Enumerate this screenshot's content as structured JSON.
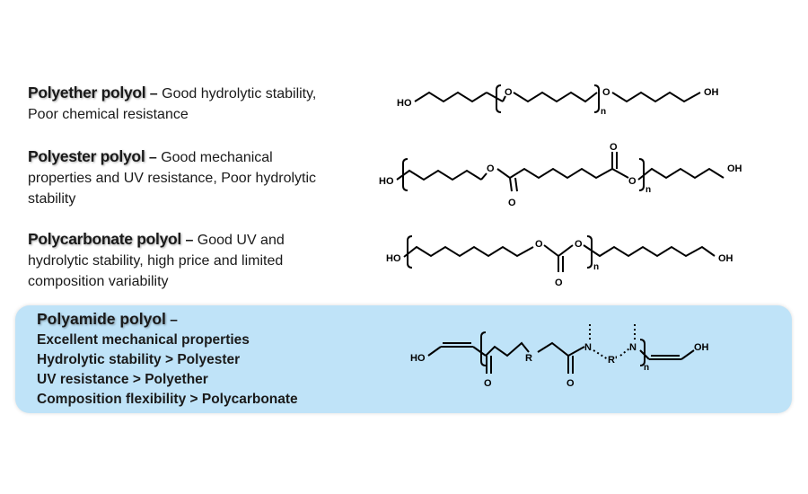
{
  "polyether": {
    "title": "Polyether polyol",
    "dash": "–",
    "text": "Good hydrolytic stability, Poor chemical resistance"
  },
  "polyester": {
    "title": "Polyester polyol",
    "dash": "–",
    "text": "Good mechanical properties and UV resistance, Poor hydrolytic stability"
  },
  "polycarbonate": {
    "title": "Polycarbonate polyol",
    "dash": "–",
    "text": "Good UV and hydrolytic stability, high price and limited composition variability"
  },
  "polyamide": {
    "title": "Polyamide polyol",
    "dash": "–",
    "lines": [
      "Excellent mechanical properties",
      "Hydrolytic stability > Polyester",
      "UV resistance > Polyether",
      "Composition flexibility > Polycarbonate"
    ]
  },
  "atoms": {
    "ho": "HO",
    "oh": "OH",
    "o": "O",
    "n": "N",
    "r": "R",
    "r_prime": "R'",
    "sub_n": "n"
  },
  "colors": {
    "highlight_bg": "#bfe3f8",
    "bond": "#000000"
  }
}
